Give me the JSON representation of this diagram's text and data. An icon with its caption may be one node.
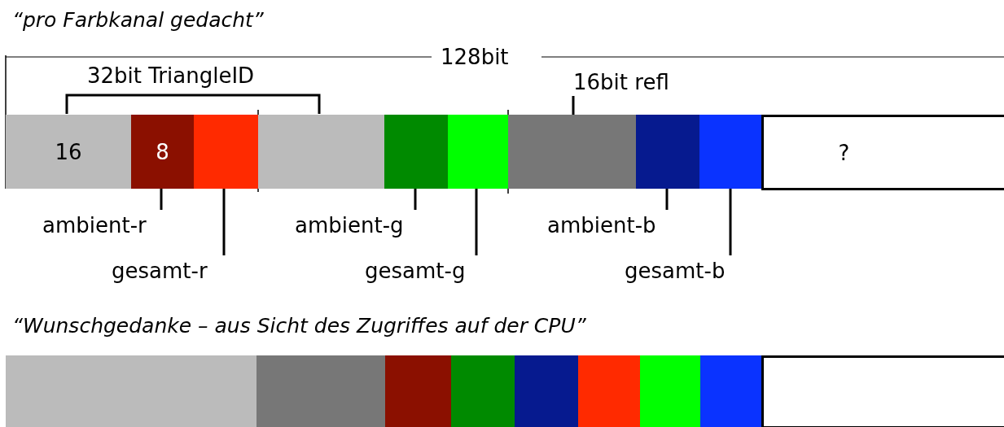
{
  "diagram": {
    "nodes": [
      {
        "text": [
          "16"
        ]
      },
      {
        "text": [
          "8"
        ]
      },
      {
        "text": [],
        "shape": "box"
      },
      {
        "text": [],
        "shape": "box"
      },
      {
        "text": [],
        "shape": "box"
      },
      {
        "text": [],
        "shape": "box"
      },
      {
        "text": [],
        "shape": "box"
      },
      {
        "text": [],
        "shape": "box"
      },
      {
        "text": [],
        "shape": "box"
      },
      {
        "text": [
          "?"
        ]
      },
      {
        "text": [
          "ambient-r"
        ]
      },
      {
        "text": [
          "gesamt-r"
        ]
      },
      {
        "text": [
          "ambient-g"
        ]
      },
      {
        "text": [
          "gesamt-g"
        ]
      },
      {
        "text": [
          "ambient-b"
        ]
      },
      {
        "text": [
          "gesamt-b"
        ]
      },
      {
        "text": [
          "16bit refl"
        ]
      },
      {
        "text": [],
        "shape": "box"
      },
      {
        "text": [],
        "shape": "box"
      },
      {
        "text": [],
        "shape": "box"
      },
      {
        "text": [],
        "shape": "box"
      },
      {
        "text": [],
        "shape": "box"
      },
      {
        "text": [],
        "shape": "box"
      },
      {
        "text": [],
        "shape": "box"
      },
      {
        "text": [],
        "shape": "box"
      },
      {
        "text": [],
        "shape": "box"
      }
    ],
    "edges": [
      {
        "from": 10,
        "to": 1,
        "arrow": "none"
      },
      {
        "from": 11,
        "to": 2,
        "arrow": "none"
      },
      {
        "from": 12,
        "to": 4,
        "arrow": "none"
      },
      {
        "from": 13,
        "to": 5,
        "arrow": "none"
      },
      {
        "from": 14,
        "to": 7,
        "arrow": "none"
      },
      {
        "from": 15,
        "to": 8,
        "arrow": "none"
      },
      {
        "from": 16,
        "to": 6,
        "arrow": "none"
      }
    ],
    "labels": [
      "“pro Farbkanal gedacht”",
      "128bit",
      "32bit TriangleID",
      "“Wunschgedanke – aus Sicht des Zugriffes auf der CPU”"
    ]
  }
}
